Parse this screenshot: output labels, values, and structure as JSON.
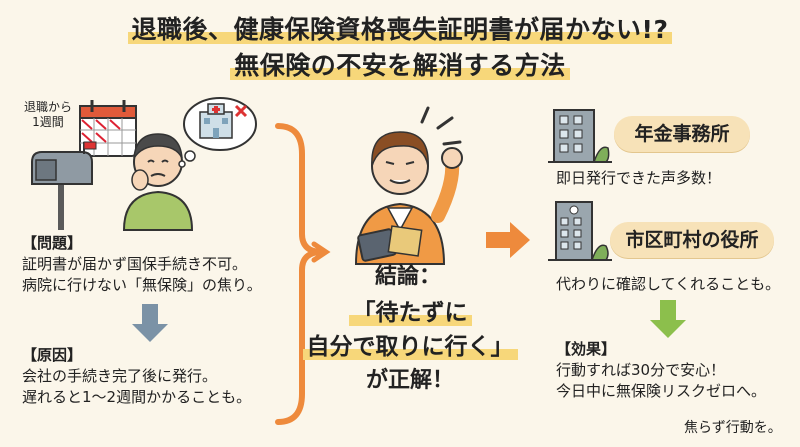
{
  "title": {
    "line1": "退職後、健康保険資格喪失証明書が届かない!?",
    "line2": "無保険の不安を解消する方法"
  },
  "left": {
    "time_note": [
      "退職から",
      "1週間"
    ],
    "problem": {
      "label": "【問題】",
      "lines": [
        "証明書が届かず国保手続き不可。",
        "病院に行けない「無保険」の焦り。"
      ]
    },
    "cause": {
      "label": "【原因】",
      "lines": [
        "会社の手続き完了後に発行。",
        "遅れると1～2週間かかることも。"
      ]
    }
  },
  "center": {
    "conclusion_label": "結論：",
    "quote_lines": [
      "「待たずに",
      "自分で取りに行く」"
    ],
    "ending": "が正解！"
  },
  "right": {
    "office1": {
      "name": "年金事務所",
      "note": "即日発行できた声多数！"
    },
    "office2": {
      "name": "市区町村の役所",
      "note": "代わりに確認してくれることも。"
    },
    "effect": {
      "label": "【効果】",
      "lines": [
        "行動すれば30分で安心！",
        "今日中に無保険リスクゼロへ。"
      ]
    },
    "footer": "焦らず行動を。"
  },
  "colors": {
    "accent_orange": "#ee8a3c",
    "arrow_blue": "#7b92a6",
    "arrow_green": "#8cbf4c",
    "highlight_yellow": "#f7d77a",
    "badge_bg": "#f7e2b8"
  },
  "icons": [
    "calendar-icon",
    "mailbox-icon",
    "worried-person-icon",
    "thought-bubble-hospital-icon",
    "confident-woman-icon",
    "building-icon"
  ]
}
